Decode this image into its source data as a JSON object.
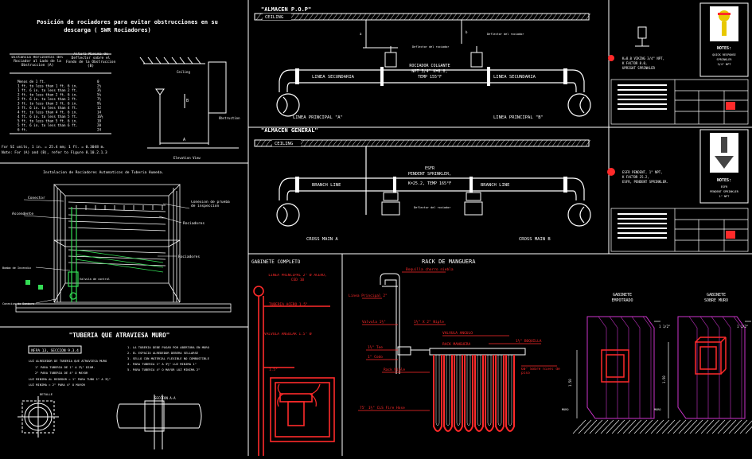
{
  "colors": {
    "background": "#000000",
    "line": "#ffffff",
    "red": "#ff2a2a",
    "magenta": "#cc33cc",
    "green": "#33dd55",
    "yellow": "#e8c800"
  },
  "panel_a": {
    "title_line1": "Posición de rociadores para evitar obstrucciones en su",
    "title_line2": "descarga ( SWR Rociadores)",
    "header_left": "Distancia Horizontal del Rociador al Lado de la Obstruccion (A)",
    "header_right": "Altura Maxima de Deflector sobre el Fondo de la Obstruccion (B)",
    "rows": [
      {
        "a": "Menos de 1 ft.",
        "b": "0"
      },
      {
        "a": "1 ft. to less than 1 ft. 6 in.",
        "b": "2½"
      },
      {
        "a": "1 ft. 6 in. to less than 2 ft.",
        "b": "3½"
      },
      {
        "a": "2 ft. to less than 2 ft. 6 in.",
        "b": "5½"
      },
      {
        "a": "2 ft. 6 in. to less than 3 ft.",
        "b": "7½"
      },
      {
        "a": "3 ft. to less than 3 ft. 6 in.",
        "b": "9½"
      },
      {
        "a": "3 ft. 6 in. to less than 4 ft.",
        "b": "12"
      },
      {
        "a": "4 ft. to less than 4 ft. 6 in.",
        "b": "14"
      },
      {
        "a": "4 ft. 6 in. to less than 5 ft.",
        "b": "16½"
      },
      {
        "a": "5 ft. to less than 5 ft. 6 in.",
        "b": "18"
      },
      {
        "a": "5 ft. 6 in. to less than 6 ft.",
        "b": "20"
      },
      {
        "a": "6 ft.",
        "b": "24"
      }
    ],
    "footnote1": "For SI units, 1 in. = 25.4 mm; 1 ft. = 0.3048 m.",
    "footnote2": "Note: For (A) and (B), refer to Figure 8.10.2.1.3",
    "ceiling_label": "Ceiling",
    "obstruction_label": "Obstruction",
    "elevation_label": "Elevation View",
    "dim_a": "A",
    "dim_b": "B"
  },
  "panel_b": {
    "title": "Instalacion de Rociadores Automaticos de Tuberia Humeda.",
    "label_conector": "Conector",
    "label_ascendente": "Ascendente",
    "label_conexion": "Conexion de prueba de inspeccion",
    "label_rociadores_top": "Rociadores",
    "label_rociadores_mid": "Rociadores",
    "label_bomba": "Bomba de Incendio",
    "label_control": "Valvula de control",
    "label_conexion_bombero": "Conexion de Bombero"
  },
  "panel_c": {
    "title": "\"TUBERIA QUE ATRAVIESA MURO\"",
    "box_label": "NFPA 13, SECCION 9.3.4",
    "note_head": "LUZ ALREDEDOR DE TUBERIA QUE ATRAVIESA MURO",
    "note1": "1\" PARA TUBERIA DE 1\" A 3½\" DIAM.",
    "note2": "2\" PARA TUBERIA DE 4\" O MAYOR",
    "note3": "LUZ MINIMA AL REDEDOR = 1\" PARA TUBO 1\" A 3½\"",
    "note4": "LUZ MINIMA = 2\" PARA 4\" O MAYOR",
    "detail_label": "DETALLE",
    "list": [
      "1. LA TUBERIA DEBE PASAR POR ABERTURA EN MURO",
      "2. EL ESPACIO ALREDEDOR DEBERA SELLARSE",
      "3. SELLO CON MATERIAL FLEXIBLE NO COMBUSTIBLE",
      "4. PARA TUBERIA 1\" A 3½\" LUZ MINIMA 1\"",
      "5. PARA TUBERIA 4\" O MAYOR LUZ MINIMA 2\""
    ],
    "section_label": "SECCION A-A"
  },
  "panel_d": {
    "title": "\"ALMACEN P.O.P\"",
    "ceiling": "CEILING",
    "branch_left": "LINEA SECUNDARIA",
    "branch_right": "LINEA SECUNDARIA",
    "center_label1": "ROCIADOR COLGANTE",
    "center_label2": "NPT 3/4\" K=8.0,",
    "center_label3": "TEMP 155°F",
    "main_a": "LINEA PRINCIPAL \"A\"",
    "main_b": "LINEA PRINCIPAL \"B\"",
    "callout_left": "Deflector del rociador",
    "callout_right": "Deflector del rociador",
    "dim_a": "a",
    "dim_b": "b"
  },
  "panel_e": {
    "title": "\"ALMACEN GENERAL\"",
    "ceiling": "CEILING",
    "branch_left": "BRANCH LINE",
    "branch_right": "BRANCH LINE",
    "center_label1": "ESFR",
    "center_label2": "PENDENT SPRINKLER,",
    "center_label3": "K=25.2, TEMP 165°F",
    "main_a": "CROSS MAIN A",
    "main_b": "CROSS MAIN B",
    "callout": "Deflector del rociador"
  },
  "panel_f": {
    "top_note1": "K=8.0 VIKING 3/4\" NPT,",
    "top_note2": "K FACTOR 8.0,",
    "top_note3": "UPRIGHT SPRINKLER",
    "bottom_note1": "ESFR PENDENT, 1\" NPT,",
    "bottom_note2": "K FACTOR 25.2,",
    "bottom_note3": "ESFR, PENDENT SPRINKLER.",
    "notes_top_title": "NOTES:",
    "notes_top_l1": "QUICK RESPONSE",
    "notes_top_l2": "SPRINKLER",
    "notes_top_l3": "3/4\" NPT",
    "notes_bottom_title": "NOTES:",
    "notes_bottom_l1": "ESFR",
    "notes_bottom_l2": "PENDENT SPRINKLER",
    "notes_bottom_l3": "1\" NPT"
  },
  "panel_g": {
    "title": "GABINETE COMPLETO",
    "label_linea": "LINEA PRINCIPAL 2\" Ø ACERO, CED 10",
    "label_tuberia": "TUBERIA ACERO 1.5\"",
    "label_1half": "1.5\"",
    "label_valvula": "VALVULA ANGULAR 1.5\" Ø"
  },
  "panel_h": {
    "title": "RACK DE MANGUERA",
    "label_boquilla": "Boquilla chorro niebla",
    "label_principal": "Linea Principal 2\"",
    "label_valvula": "Valvula 1½\"",
    "label_nipple": "1½\" X 2\" Niple",
    "label_valvula_angulo": "VALVULA ANGULO",
    "label_rack": "RACK MANGUERA",
    "label_boquilla2": "1½\" BOQUILLA",
    "label_tee": "1½\" Tee",
    "label_elbow": "1\" Codo",
    "label_rack_nipple": "Rack Niple",
    "label_hose": "75' 1½\" CLS Fire Hose",
    "label_altura": "60\" Sobre nivel de piso"
  },
  "panel_i": {
    "title_left1": "GABINETE",
    "title_left2": "EMPOTRADO",
    "title_right1": "GABINETE",
    "title_right2": "SOBRE MURO",
    "dim_left": "1.50",
    "dim_right": "1.50",
    "dim_top_left": "1 1/2\"",
    "dim_top_right": "1 1/2\"",
    "wall_left": "MURO",
    "wall_right": "MURO"
  }
}
